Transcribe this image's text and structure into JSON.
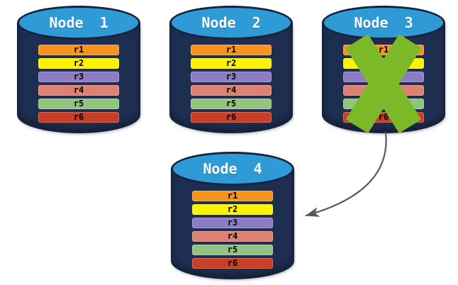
{
  "diagram": {
    "nodes": [
      {
        "title": "Node 1",
        "status": "active"
      },
      {
        "title": "Node 2",
        "status": "active"
      },
      {
        "title": "Node 3",
        "status": "failed"
      },
      {
        "title": "Node 4",
        "status": "active"
      }
    ],
    "rows": [
      {
        "label": "r1",
        "color": "#F7941D"
      },
      {
        "label": "r2",
        "color": "#FFF200"
      },
      {
        "label": "r3",
        "color": "#8E7CC3"
      },
      {
        "label": "r4",
        "color": "#DF8172"
      },
      {
        "label": "r5",
        "color": "#93C47D"
      },
      {
        "label": "r6",
        "color": "#C63F26"
      }
    ],
    "arrow": {
      "from": "Node 3",
      "to": "Node 4"
    },
    "colors": {
      "cylinder_body": "#1E2E50",
      "cylinder_top": "#2E9BD6",
      "cylinder_outline": "#16233E",
      "title_text": "#FFFFFF",
      "row_text": "#000000",
      "failure_x": "#7CB928",
      "arrow": "#595959"
    }
  }
}
